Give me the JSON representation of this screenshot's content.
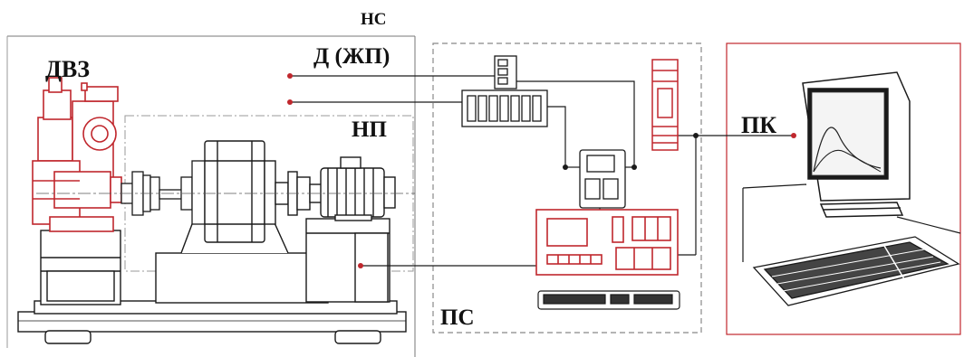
{
  "labels": {
    "engine": "ДВЗ",
    "sensors": "Д (ЖП)",
    "load_device": "НП",
    "measuring_system": "НС",
    "control_system": "ПС",
    "computer": "ПК"
  },
  "colors": {
    "accent": "#c0272d",
    "line": "#1a1a1a",
    "dashed": "#888888",
    "background": "#ffffff"
  },
  "icons": {
    "engine": "engine-icon",
    "dynamometer": "dynamometer-icon",
    "electric_motor": "electric-motor-icon",
    "cabinet": "cabinet-icon",
    "computer": "monitor-icon",
    "keyboard": "keyboard-icon"
  }
}
